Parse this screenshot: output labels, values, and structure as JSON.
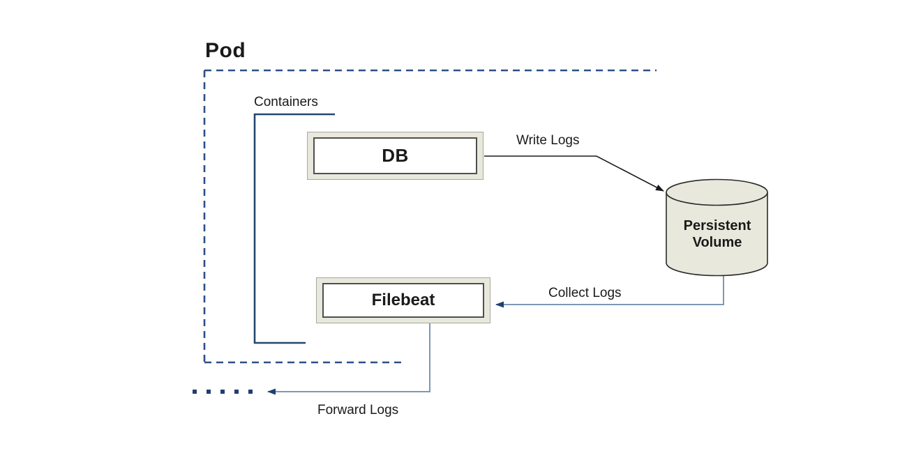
{
  "diagram": {
    "pod": {
      "title": "Pod"
    },
    "containers_group": {
      "label": "Containers"
    },
    "nodes": {
      "db": {
        "label": "DB"
      },
      "filebeat": {
        "label": "Filebeat"
      },
      "persistent_volume": {
        "label": "Persistent Volume"
      }
    },
    "edges": {
      "write_logs": {
        "label": "Write Logs"
      },
      "collect_logs": {
        "label": "Collect Logs"
      },
      "forward_logs": {
        "label": "Forward Logs"
      }
    },
    "colors": {
      "pod_dashed_border": "#2d4f86",
      "containers_bracket": "#24476f",
      "steel_connector": "#7d98b4",
      "arrowhead_navy": "#1f3f6e",
      "black_connector": "#1a1a1a",
      "node_frame_fill": "#e9e8dc",
      "node_frame_outer_border": "#a8a89e",
      "node_inner_border": "#4f4f4f",
      "cylinder_fill": "#e9e8dc",
      "cylinder_outline": "#2b2b2b",
      "text": "#1a1a1a"
    }
  }
}
